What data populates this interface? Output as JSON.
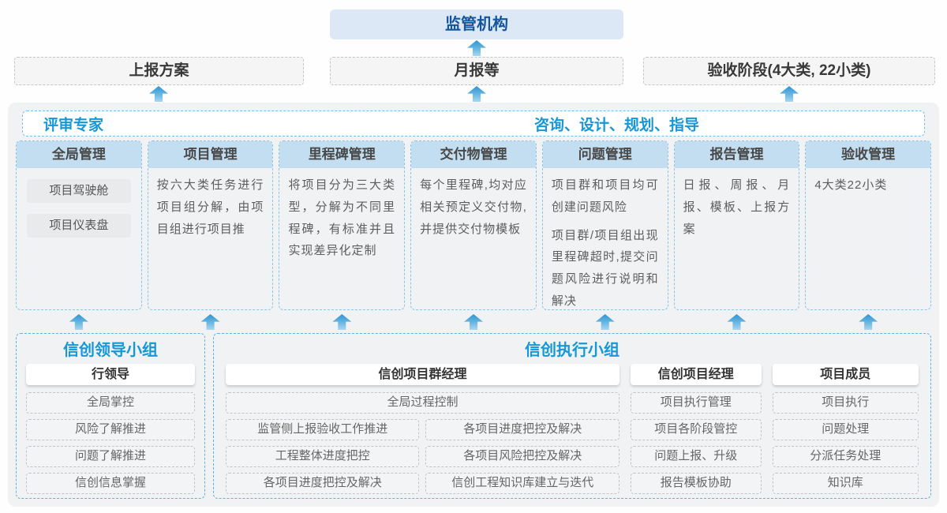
{
  "colors": {
    "accent_blue": "#1697d6",
    "regulator_text": "#15559d",
    "regulator_bg": "#dce8f5",
    "column_header_bg": "#c2def0",
    "dashed_blue_border": "#79bbe4",
    "arrow_blue": "#2e95d2",
    "panel_bg": "#f1f2f4"
  },
  "top": {
    "regulator_label": "监管机构",
    "channels": [
      {
        "label": "上报方案"
      },
      {
        "label": "月报等"
      },
      {
        "label": "验收阶段(4大类, 22小类)"
      }
    ]
  },
  "platform": {
    "left_role": "评审专家",
    "right_role": "咨询、设计、规划、指导",
    "columns": [
      {
        "title": "全局管理",
        "chips": [
          "项目驾驶舱",
          "项目仪表盘"
        ]
      },
      {
        "title": "项目管理",
        "p1": "按六大类任务进行项目组分解，由项目组进行项目推"
      },
      {
        "title": "里程碑管理",
        "p1": "将项目分为三大类型，分解为不同里程碑，有标准并且实现差异化定制"
      },
      {
        "title": "交付物管理",
        "p1": "每个里程碑,均对应相关预定义交付物,并提供交付物模板"
      },
      {
        "title": "问题管理",
        "p1": "项目群和项目均可创建问题风险",
        "p2": "项目群/项目组出现里程碑超时,提交问题风险进行说明和解决"
      },
      {
        "title": "报告管理",
        "p1": "日报、周报、月报、模板、上报方案"
      },
      {
        "title": "验收管理",
        "p1": "4大类22小类"
      }
    ]
  },
  "bottom": {
    "leader_group": {
      "title": "信创领导小组",
      "role": "行领导",
      "items": [
        "全局掌控",
        "风险了解推进",
        "问题了解推进",
        "信创信息掌握"
      ]
    },
    "exec_group": {
      "title": "信创执行小组",
      "pg_manager": {
        "name": "信创项目群经理",
        "top_item": "全局过程控制",
        "col1": [
          "监管侧上报验收工作推进",
          "工程整体进度把控",
          "各项目进度把控及解决"
        ],
        "col2": [
          "各项目进度把控及解决",
          "各项目风险把控及解决",
          "信创工程知识库建立与迭代"
        ]
      },
      "pm": {
        "name": "信创项目经理",
        "items": [
          "项目执行管理",
          "项目各阶段管控",
          "问题上报、升级",
          "报告模板协助"
        ]
      },
      "member": {
        "name": "项目成员",
        "items": [
          "项目执行",
          "问题处理",
          "分派任务处理",
          "知识库"
        ]
      }
    }
  }
}
